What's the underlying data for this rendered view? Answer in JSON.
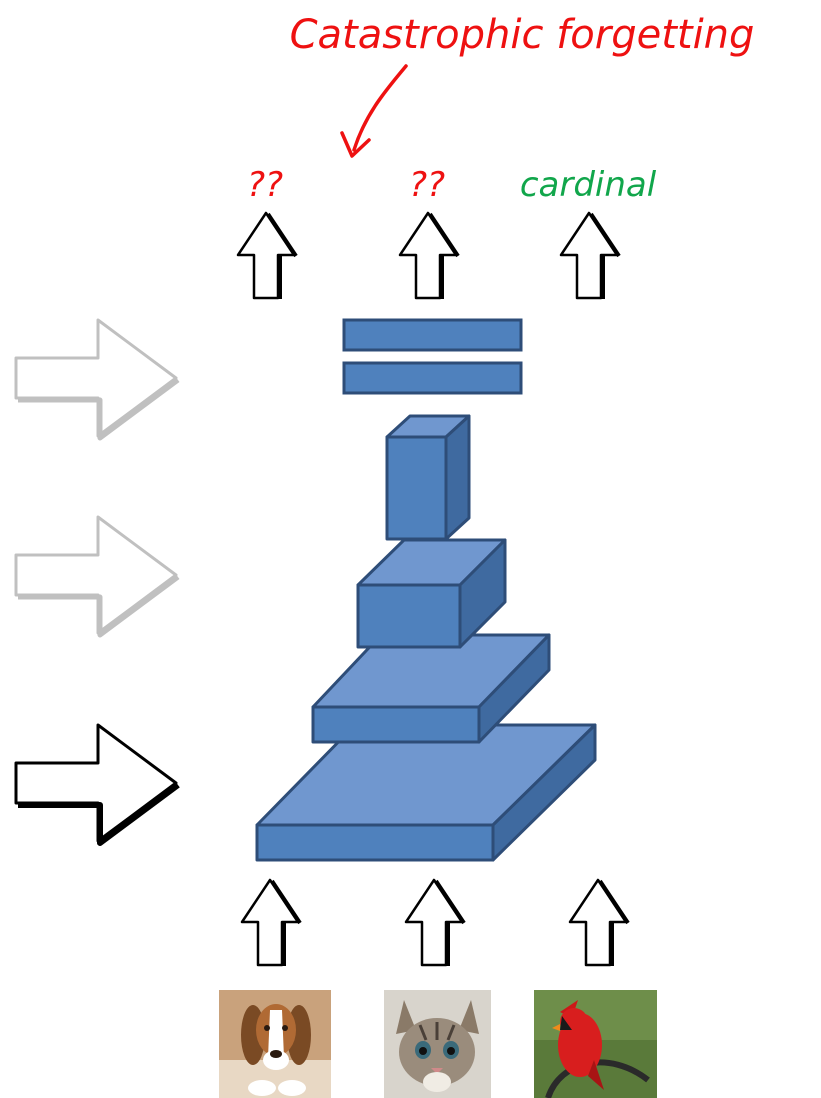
{
  "diagram": {
    "annotation": {
      "text": "Catastrophic forgetting",
      "color": "#ee1111"
    },
    "outputs": [
      {
        "label": "??",
        "color": "#ee1111"
      },
      {
        "label": "??",
        "color": "#ee1111"
      },
      {
        "label": "cardinal",
        "color": "#11a64b"
      }
    ],
    "inputs": [
      {
        "subject": "beagle puppy"
      },
      {
        "subject": "tabby kitten"
      },
      {
        "subject": "red cardinal bird"
      }
    ],
    "colors": {
      "layer_front": "#4f81bd",
      "layer_top": "#7097cf",
      "layer_side": "#3f6aa0",
      "layer_edge": "#2e4d78",
      "arrow_inactive": "#c0c0c0",
      "arrow_active": "#000000"
    }
  }
}
